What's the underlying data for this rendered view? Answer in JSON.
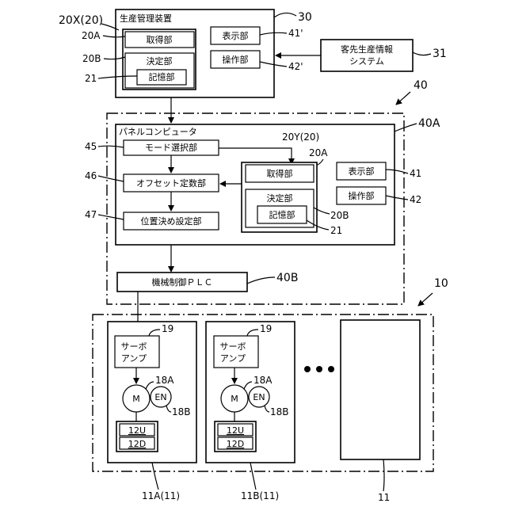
{
  "diagram": {
    "top_device": {
      "ref": "20X(20)",
      "title": "生産管理装置",
      "acquire": "取得部",
      "decide": "決定部",
      "memory": "記憶部",
      "ref_acquire": "20A",
      "ref_decide": "20B",
      "ref_memory": "21"
    },
    "display_top": "表示部",
    "operation_top": "操作部",
    "ref_30": "30",
    "ref_41p": "41'",
    "ref_42p": "42'",
    "customer_system": {
      "line1": "客先生産情報",
      "line2": "システム",
      "ref": "31"
    },
    "ref_40": "40",
    "ref_40A": "40A",
    "panel": {
      "title": "パネルコンピュータ",
      "mode_select": "モード選択部",
      "offset": "オフセット定数部",
      "position": "位置決め設定部",
      "ref_45": "45",
      "ref_46": "46",
      "ref_47": "47",
      "sub_ref": "20Y(20)",
      "acquire": "取得部",
      "decide": "決定部",
      "memory": "記憶部",
      "ref_acquire": "20A",
      "ref_decide": "20B",
      "ref_memory": "21",
      "display": "表示部",
      "operation": "操作部",
      "ref_41": "41",
      "ref_42": "42"
    },
    "plc": {
      "label": "機械制御ＰＬＣ",
      "ref": "40B"
    },
    "ref_10": "10",
    "units": [
      {
        "servo1": "サーボ",
        "servo2": "アンプ",
        "ref_servo": "19",
        "motor": "M",
        "encoder": "EN",
        "ref_motor": "18A",
        "ref_encoder": "18B",
        "u": "12U",
        "d": "12D",
        "ref_unit": "11A(11)"
      },
      {
        "servo1": "サーボ",
        "servo2": "アンプ",
        "ref_servo": "19",
        "motor": "M",
        "encoder": "EN",
        "ref_motor": "18A",
        "ref_encoder": "18B",
        "u": "12U",
        "d": "12D",
        "ref_unit": "11B(11)"
      }
    ],
    "ref_11": "11"
  }
}
